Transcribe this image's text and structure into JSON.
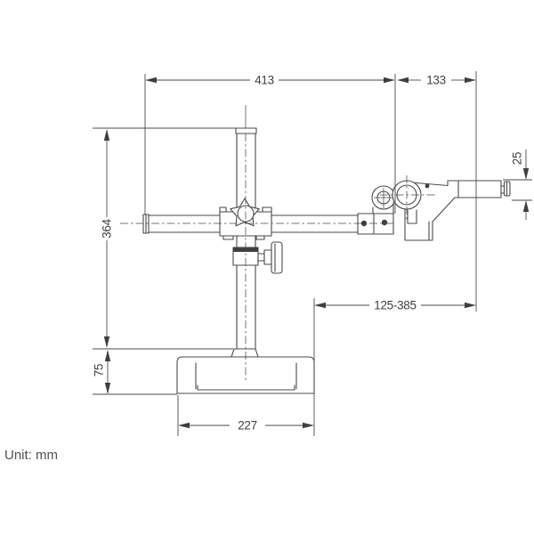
{
  "drawing": {
    "unit_note": "Unit: mm",
    "line_color": "#4a4a4a",
    "text_color": "#3f3f3f",
    "background_color": "#ffffff",
    "dimensions": {
      "boom_arm_length": "413",
      "head_overhang": "133",
      "mount_bar_height": "25",
      "stand_height": "364",
      "horizontal_reach_range": "125-385",
      "base_height": "75",
      "base_width": "227"
    }
  }
}
